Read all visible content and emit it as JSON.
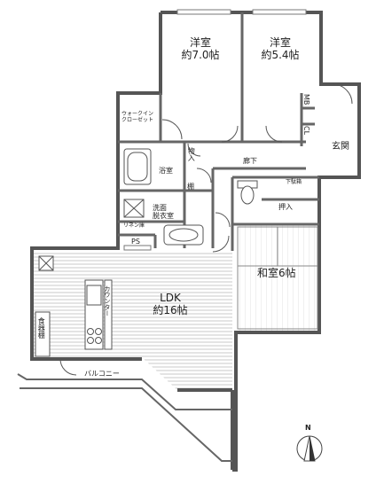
{
  "rooms": {
    "western_room_1": {
      "name": "洋室",
      "size": "約7.0帖"
    },
    "western_room_2": {
      "name": "洋室",
      "size": "約5.4帖"
    },
    "walk_in_closet": {
      "line1": "ウォークイン",
      "line2": "クローゼット"
    },
    "mb": "MB",
    "cl": "CL",
    "entrance": "玄関",
    "storage": "物入",
    "hallway": "廊下",
    "bathroom": "浴室",
    "shelf": "棚",
    "shoe_cabinet": "下駄箱",
    "washroom": {
      "line1": "洗面",
      "line2": "脱衣室"
    },
    "closet": "押入",
    "linen": {
      "line1": "リネン",
      "line2": "庫"
    },
    "ps": "PS",
    "japanese_room": "和室6帖",
    "ldk": {
      "name": "LDK",
      "size": "約16帖"
    },
    "counter": "カウンター",
    "cupboard": "食器棚",
    "balcony": "バルコニー"
  },
  "compass": {
    "label": "N"
  }
}
